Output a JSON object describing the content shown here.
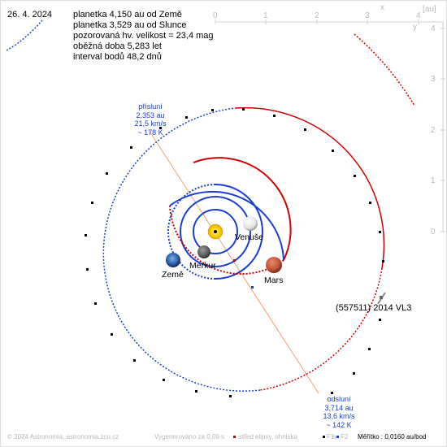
{
  "date": "26. 4. 2024",
  "info_lines": [
    "planetka 4,150 au od Země",
    "planetka 3,529 au od Slunce",
    "pozorovaná hv. velikost = 23,4 mag",
    "oběžná doba 5,283 let",
    "interval bodů 48,2 dnů"
  ],
  "axes": {
    "x_label": "x",
    "y_label": "y",
    "unit": "[au]",
    "x_ticks": [
      "0",
      "1",
      "2",
      "3",
      "4"
    ],
    "y_ticks": [
      "4",
      "3",
      "2",
      "1",
      "0"
    ]
  },
  "planets": {
    "venus": "Venuše",
    "mercury": "Merkur",
    "earth": "Země",
    "mars": "Mars"
  },
  "asteroid_label": "(557511) 2014 VL3",
  "perihelion": {
    "title": "přísluní",
    "distance": "2,353 au",
    "speed": "21,5 km/s",
    "temperature": "~ 178 K"
  },
  "aphelion": {
    "title": "odsluní",
    "distance": "3,714 au",
    "speed": "13,6 km/s",
    "temperature": "~ 142 K"
  },
  "footer": {
    "copyright": "© 2024 Astronomia, astronomia.zcu.cz",
    "generated": "Vygenerováno za 0,09 s",
    "legend": "střed elipsy, ohniska",
    "f1": "F1",
    "and": "a",
    "f2": "F2",
    "scale": "Měřítko : 0,0160 au/bod"
  },
  "colors": {
    "below_ecliptic": "#1a3fd0",
    "above_ecliptic": "#d00000",
    "apsis_line": "#f0a070",
    "sun": "#ffd000",
    "mars": "#c2553a"
  }
}
